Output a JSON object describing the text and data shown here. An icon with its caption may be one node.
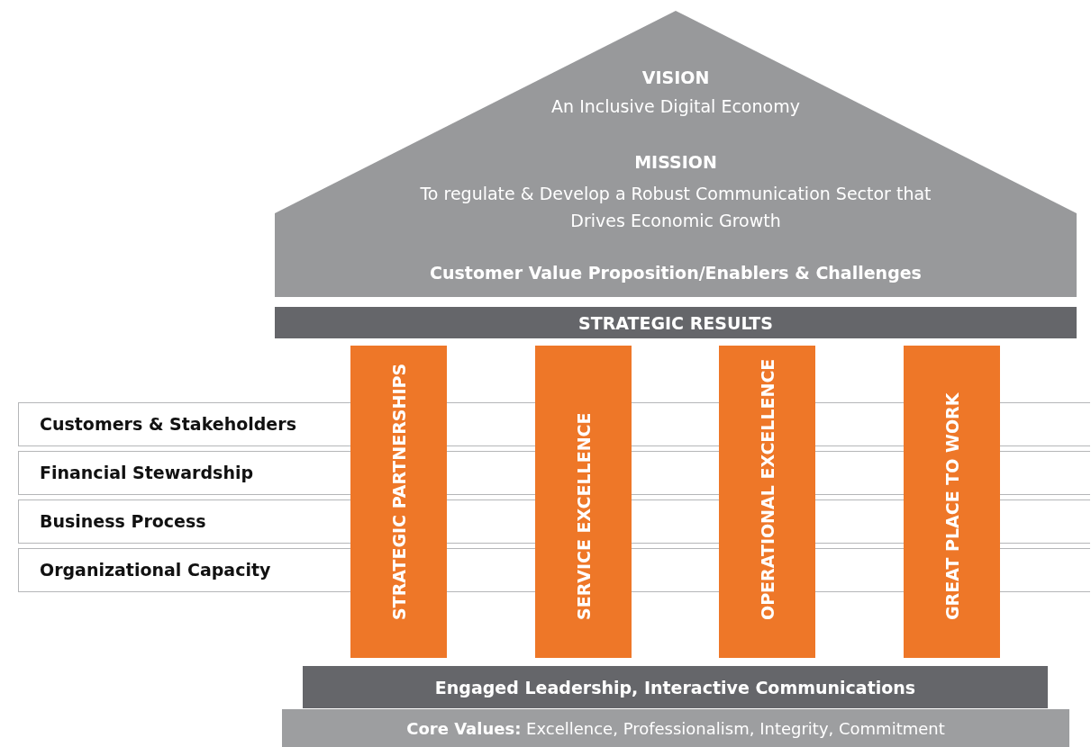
{
  "diagram": {
    "nodes": [
      {
        "text": [
          "VISION",
          "An Inclusive Digital Economy",
          "MISSION",
          "To regulate & Develop a Robust Communication Sector that Drives Economic Growth",
          "Customer Value Proposition/Enablers & Challenges"
        ]
      },
      {
        "text": [
          "STRATEGIC RESULTS"
        ]
      },
      {
        "text": [
          "Customers & Stakeholders"
        ]
      },
      {
        "text": [
          "Financial Stewardship"
        ]
      },
      {
        "text": [
          "Business Process"
        ]
      },
      {
        "text": [
          "Organizational Capacity"
        ]
      },
      {
        "text": [
          "STRATEGIC PARTNERSHIPS"
        ]
      },
      {
        "text": [
          "SERVICE EXCELLENCE"
        ]
      },
      {
        "text": [
          "OPERATIONAL EXCELLENCE"
        ]
      },
      {
        "text": [
          "GREAT PLACE TO WORK"
        ]
      },
      {
        "text": [
          "Engaged Leadership, Interactive Communications"
        ]
      },
      {
        "text": [
          "**Core Values:** Excellence, Professionalism, Integrity, Commitment"
        ]
      }
    ],
    "edges": []
  }
}
